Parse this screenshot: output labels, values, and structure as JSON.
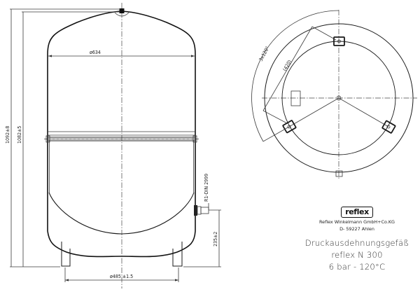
{
  "drawing": {
    "side_view": {
      "dimensions": {
        "overall_height": "1092±8",
        "vessel_height": "1082±5",
        "shell_diameter": "ø634",
        "leg_circle_diameter": "ø485 ±1.5",
        "connection_height": "235±2",
        "connection_thread": "R1-DIN 2999"
      }
    },
    "plan_view": {
      "dimensions": {
        "leg_angle": "3x120°",
        "leg_spacing": "(420)"
      }
    }
  },
  "title_block": {
    "logo": "reflex",
    "company_name": "Reflex Winkelmann GmbH+Co.KG",
    "company_address": "D- 59227 Ahlen",
    "product_type": "Druckausdehnungsgefäß",
    "model": "reflex N 300",
    "rating": "6 bar - 120°C"
  }
}
